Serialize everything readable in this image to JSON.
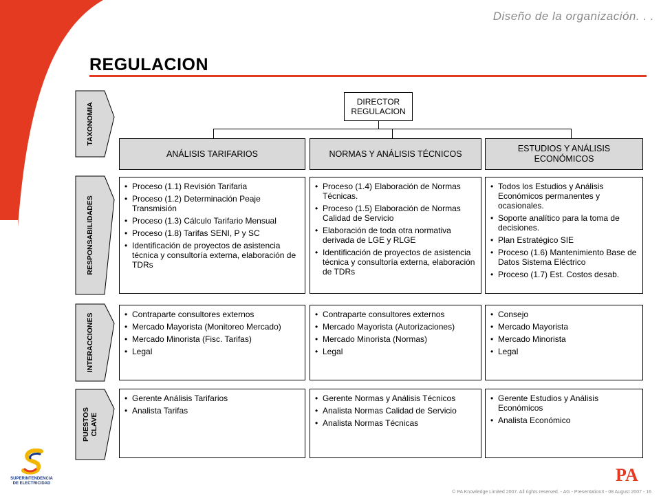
{
  "header": {
    "section": "Diseño de la organización. . ."
  },
  "title": "REGULACION",
  "director": {
    "line1": "DIRECTOR",
    "line2": "REGULACION"
  },
  "row_labels": {
    "taxonomia": "TAXONOMIA",
    "responsabilidades": "RESPONSABILIDADES",
    "interacciones": "INTERACCIONES",
    "puestos_line1": "PUESTOS",
    "puestos_line2": "CLAVE"
  },
  "columns": [
    {
      "header": "ANÁLISIS TARIFARIOS",
      "responsabilidades": [
        "Proceso (1.1) Revisión Tarifaria",
        "Proceso (1.2) Determinación Peaje Transmisión",
        "Proceso (1.3) Cálculo Tarifario Mensual",
        "Proceso (1.8) Tarifas SENI, P y SC",
        "Identificación de proyectos de asistencia técnica y consultoría externa, elaboración de TDRs"
      ],
      "interacciones": [
        "Contraparte consultores externos",
        "Mercado Mayorista (Monitoreo Mercado)",
        "Mercado Minorista (Fisc. Tarifas)",
        "Legal"
      ],
      "puestos": [
        "Gerente Análisis Tarifarios",
        "Analista Tarifas"
      ]
    },
    {
      "header": "NORMAS Y ANÁLISIS TÉCNICOS",
      "responsabilidades": [
        "Proceso (1.4) Elaboración de Normas Técnicas.",
        "Proceso (1.5) Elaboración de Normas Calidad de Servicio",
        "Elaboración de toda otra normativa derivada de LGE y RLGE",
        "Identificación de proyectos de asistencia técnica y consultoría externa, elaboración de TDRs"
      ],
      "interacciones": [
        "Contraparte consultores externos",
        "Mercado Mayorista (Autorizaciones)",
        "Mercado Minorista (Normas)",
        "Legal"
      ],
      "puestos": [
        "Gerente Normas y Análisis Técnicos",
        "Analista Normas Calidad de Servicio",
        "Analista Normas Técnicas"
      ]
    },
    {
      "header": "ESTUDIOS Y ANÁLISIS ECONÓMICOS",
      "responsabilidades": [
        "Todos los Estudios y Análisis Económicos permanentes y ocasionales.",
        "Soporte analítico para la toma de decisiones.",
        "Plan Estratégico SIE",
        "Proceso (1.6) Mantenimiento Base de Datos Sistema Eléctrico",
        "Proceso (1.7) Est. Costos desab."
      ],
      "interacciones": [
        "Consejo",
        "Mercado Mayorista",
        "Mercado Minorista",
        "Legal"
      ],
      "puestos": [
        "Gerente Estudios y Análisis Económicos",
        "Analista Económico"
      ]
    }
  ],
  "footer": "© PA Knowledge Limited 2007. All rights reserved. - AG - Presentation3 - 08 August 2007 - 16",
  "logos": {
    "left_line1": "SUPERINTENDENCIA",
    "left_line2": "DE ELECTRICIDAD",
    "right": "PA"
  },
  "colors": {
    "accent": "#e53a22",
    "header_fill": "#d9d9d9",
    "tab_fill": "#d9d9d9"
  }
}
